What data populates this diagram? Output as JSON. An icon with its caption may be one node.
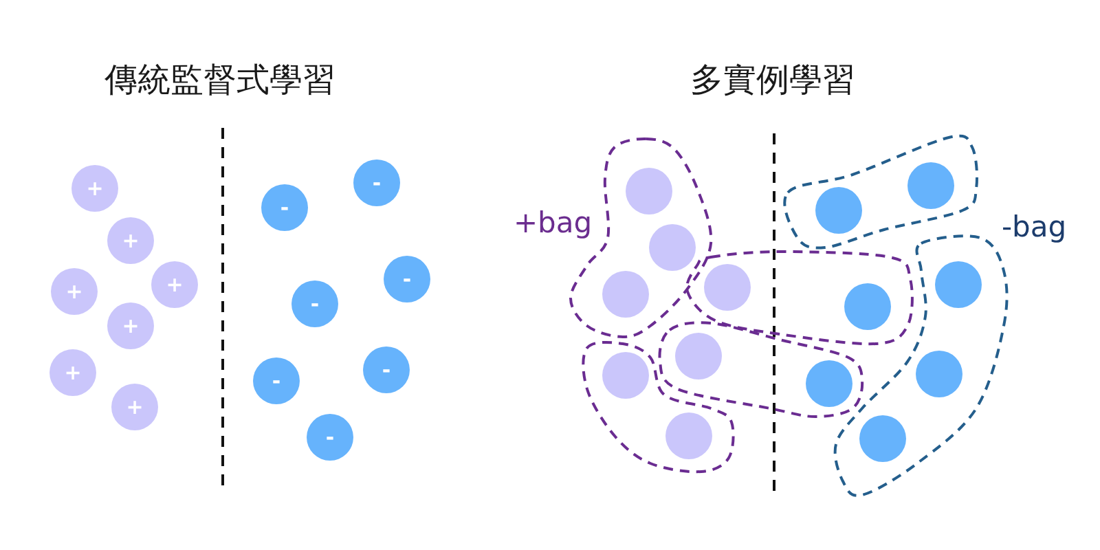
{
  "diagram": {
    "nodes": [
      {
        "text": [
          "+"
        ]
      },
      {
        "text": [
          "+"
        ]
      },
      {
        "text": [
          "+"
        ]
      },
      {
        "text": [
          "+"
        ]
      },
      {
        "text": [
          "+"
        ]
      },
      {
        "text": [
          "+"
        ]
      },
      {
        "text": [
          "+"
        ]
      },
      {
        "text": [
          "-"
        ]
      },
      {
        "text": [
          "-"
        ]
      },
      {
        "text": [
          "-"
        ]
      },
      {
        "text": [
          "-"
        ]
      },
      {
        "text": [
          "-"
        ]
      },
      {
        "text": [
          "-"
        ]
      },
      {
        "text": [
          "-"
        ]
      },
      {
        "text": [],
        "shape": "circle"
      },
      {
        "text": [],
        "shape": "circle"
      },
      {
        "text": [],
        "shape": "circle"
      },
      {
        "text": [],
        "shape": "circle"
      },
      {
        "text": [],
        "shape": "circle"
      },
      {
        "text": [],
        "shape": "circle"
      },
      {
        "text": [],
        "shape": "circle"
      },
      {
        "text": [],
        "shape": "circle"
      },
      {
        "text": [],
        "shape": "circle"
      },
      {
        "text": [],
        "shape": "circle"
      },
      {
        "text": [],
        "shape": "circle"
      },
      {
        "text": [],
        "shape": "circle"
      },
      {
        "text": [],
        "shape": "circle"
      },
      {
        "text": [],
        "shape": "circle"
      }
    ],
    "labels": [
      "傳統監督式學習",
      "多實例學習",
      "+bag",
      "-bag"
    ]
  }
}
